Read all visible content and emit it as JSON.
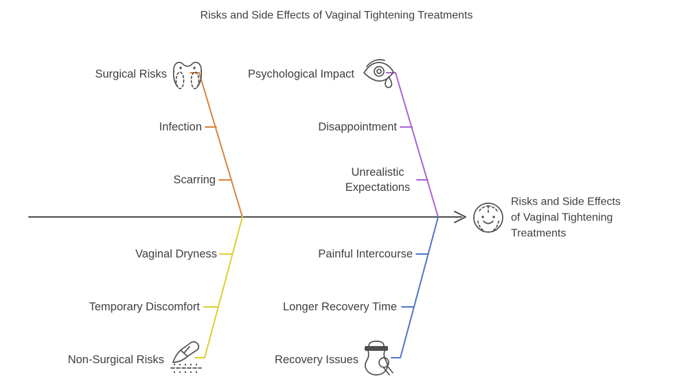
{
  "title": "Risks and Side Effects of Vaginal Tightening Treatments",
  "head": {
    "label": "Risks and Side Effects of Vaginal Tightening Treatments",
    "icon": "face-with-surgery-marks-icon"
  },
  "colors": {
    "spine": "#4a4a4a",
    "text": "#3f3f3f",
    "icon_stroke": "#4f4f4f",
    "branch_orange": "#d9823b",
    "branch_purple": "#ab5fd6",
    "branch_yellow": "#dccf2e",
    "branch_blue": "#4e74c9"
  },
  "branches": [
    {
      "label": "Surgical Risks",
      "icon": "female-torso-icon",
      "color": "#d9823b",
      "position": "top-left",
      "items": [
        "Infection",
        "Scarring"
      ]
    },
    {
      "label": "Psychological Impact",
      "icon": "crying-eye-icon",
      "color": "#ab5fd6",
      "position": "top-right",
      "items": [
        "Disappointment",
        "Unrealistic Expectations"
      ]
    },
    {
      "label": "Non-Surgical Risks",
      "icon": "scalpel-incision-icon",
      "color": "#dccf2e",
      "position": "bottom-left",
      "items": [
        "Vaginal Dryness",
        "Temporary Discomfort"
      ]
    },
    {
      "label": "Recovery Issues",
      "icon": "jar-inspection-icon",
      "color": "#4e74c9",
      "position": "bottom-right",
      "items": [
        "Painful Intercourse",
        "Longer Recovery Time"
      ]
    }
  ]
}
